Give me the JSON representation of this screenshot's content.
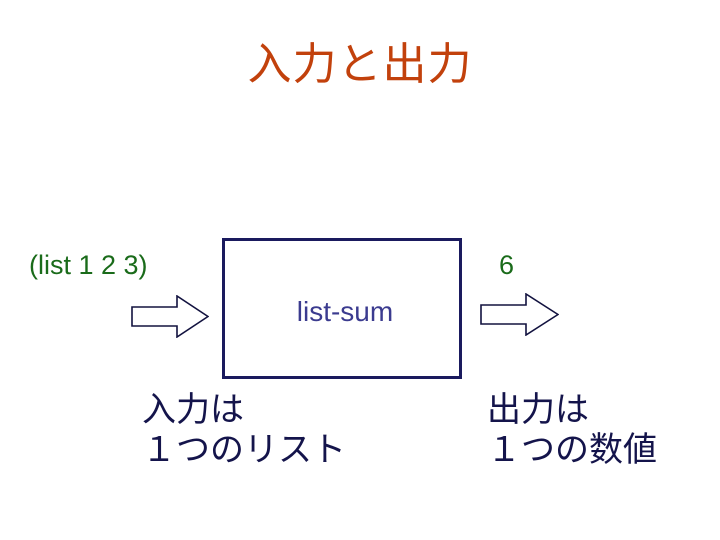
{
  "slide": {
    "title": "入力と出力",
    "title_color": "#c2410c",
    "background_color": "#ffffff"
  },
  "input": {
    "expression": "(list 1 2 3)",
    "expression_color": "#1a6b1a",
    "arrow_icon": "right-block-arrow-icon",
    "caption_line1": "入力は",
    "caption_line2": "１つのリスト",
    "caption_color": "#14144b"
  },
  "function": {
    "name": "list-sum",
    "name_color": "#3b3b8f",
    "border_color": "#1a1a5e"
  },
  "output": {
    "value": "6",
    "value_color": "#1a6b1a",
    "arrow_icon": "right-block-arrow-icon",
    "caption_line1": "出力は",
    "caption_line2": "１つの数値",
    "caption_color": "#14144b"
  }
}
